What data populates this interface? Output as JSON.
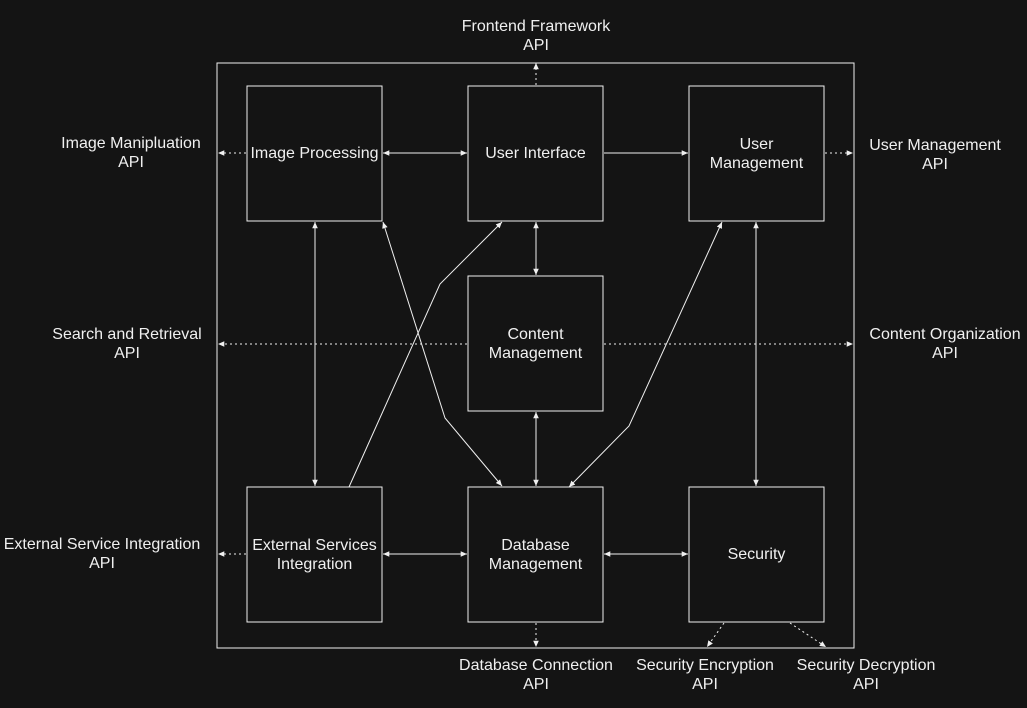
{
  "colors": {
    "background": "#141414",
    "stroke": "#f0f0f0",
    "text": "#f0f0f0"
  },
  "nodes": {
    "image_processing": {
      "lines": [
        "Image Processing"
      ]
    },
    "user_interface": {
      "lines": [
        "User Interface"
      ]
    },
    "user_management": {
      "lines": [
        "User",
        "Management"
      ]
    },
    "content_management": {
      "lines": [
        "Content",
        "Management"
      ]
    },
    "external_services": {
      "lines": [
        "External Services",
        "Integration"
      ]
    },
    "database_management": {
      "lines": [
        "Database",
        "Management"
      ]
    },
    "security": {
      "lines": [
        "Security"
      ]
    }
  },
  "apis": {
    "frontend": {
      "lines": [
        "Frontend Framework",
        "API"
      ]
    },
    "image_manipulation": {
      "lines": [
        "Image Manipluation",
        "API"
      ]
    },
    "user_management": {
      "lines": [
        "User Management",
        "API"
      ]
    },
    "search_retrieval": {
      "lines": [
        "Search and Retrieval",
        "API"
      ]
    },
    "content_organization": {
      "lines": [
        "Content Organization",
        "API"
      ]
    },
    "external_service": {
      "lines": [
        "External Service Integration",
        "API"
      ]
    },
    "database_connection": {
      "lines": [
        "Database Connection",
        "API"
      ]
    },
    "security_encryption": {
      "lines": [
        "Security Encryption",
        "API"
      ]
    },
    "security_decryption": {
      "lines": [
        "Security Decryption",
        "API"
      ]
    }
  }
}
